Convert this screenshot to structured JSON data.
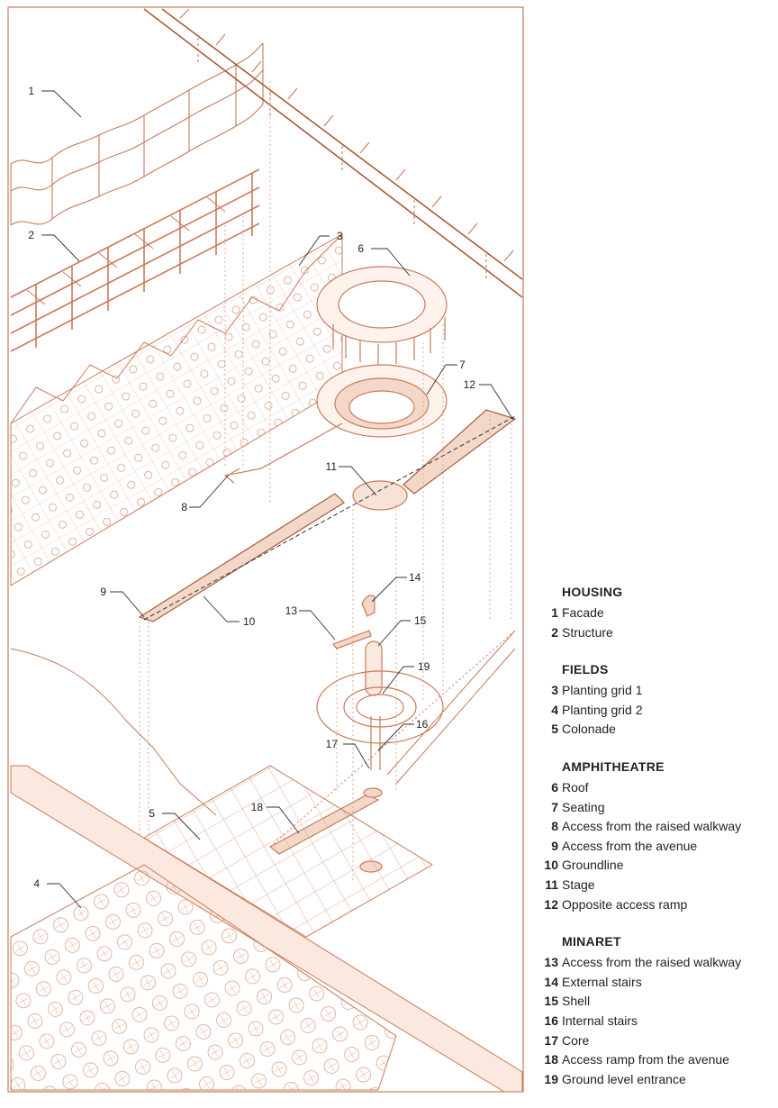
{
  "colors": {
    "line": "#c97b5a",
    "fill": "#f3d8c9",
    "dark": "#a85a3a",
    "text": "#222222"
  },
  "callouts": [
    "1",
    "2",
    "3",
    "4",
    "5",
    "6",
    "7",
    "8",
    "9",
    "10",
    "11",
    "12",
    "13",
    "14",
    "15",
    "16",
    "17",
    "18",
    "19"
  ],
  "legend": {
    "sections": [
      {
        "title": "HOUSING",
        "items": [
          {
            "num": "1",
            "label": "Facade"
          },
          {
            "num": "2",
            "label": "Structure"
          }
        ]
      },
      {
        "title": "FIELDS",
        "items": [
          {
            "num": "3",
            "label": "Planting grid 1"
          },
          {
            "num": "4",
            "label": "Planting grid 2"
          },
          {
            "num": "5",
            "label": "Colonade"
          }
        ]
      },
      {
        "title": "AMPHITHEATRE",
        "items": [
          {
            "num": "6",
            "label": "Roof"
          },
          {
            "num": "7",
            "label": "Seating"
          },
          {
            "num": "8",
            "label": "Access from the raised walkway"
          },
          {
            "num": "9",
            "label": "Access from the avenue"
          },
          {
            "num": "10",
            "label": "Groundline"
          },
          {
            "num": "11",
            "label": "Stage"
          },
          {
            "num": "12",
            "label": "Opposite access ramp"
          }
        ]
      },
      {
        "title": "MINARET",
        "items": [
          {
            "num": "13",
            "label": "Access from the raised walkway"
          },
          {
            "num": "14",
            "label": "External stairs"
          },
          {
            "num": "15",
            "label": "Shell"
          },
          {
            "num": "16",
            "label": "Internal stairs"
          },
          {
            "num": "17",
            "label": "Core"
          },
          {
            "num": "18",
            "label": "Access ramp from the avenue"
          },
          {
            "num": "19",
            "label": "Ground level entrance"
          }
        ]
      }
    ]
  }
}
